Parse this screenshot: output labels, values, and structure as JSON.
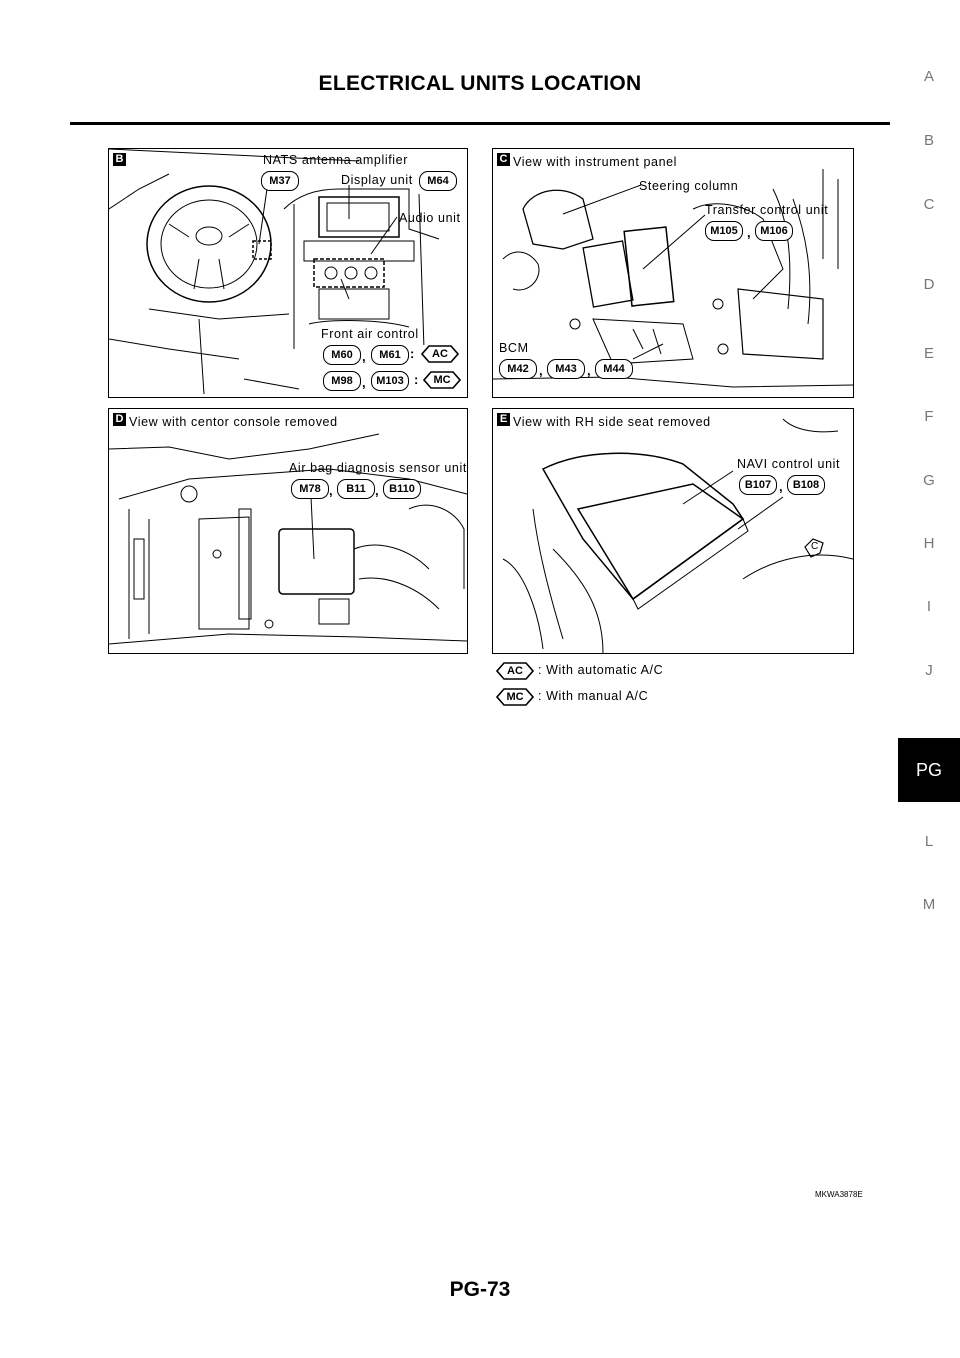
{
  "header": {
    "title": "ELECTRICAL UNITS LOCATION"
  },
  "side_tabs": [
    "A",
    "B",
    "C",
    "D",
    "E",
    "F",
    "G",
    "H",
    "I",
    "J",
    "PG",
    "L",
    "M"
  ],
  "active_tab": "PG",
  "panels": {
    "b": {
      "letter": "B",
      "labels": {
        "nats": "NATS antenna amplifier",
        "display": "Display unit",
        "audio": "Audio unit",
        "front_air": "Front air control"
      },
      "connectors": {
        "m37": "M37",
        "m64": "M64",
        "m60": "M60",
        "m61": "M61",
        "m98": "M98",
        "m103": "M103"
      },
      "tags": {
        "ac": "AC",
        "mc": "MC"
      }
    },
    "c": {
      "letter": "C",
      "labels": {
        "view": "View with instrument panel",
        "steering": "Steering column",
        "transfer": "Transfer control unit",
        "bcm": "BCM"
      },
      "connectors": {
        "m105": "M105",
        "m106": "M106",
        "m42": "M42",
        "m43": "M43",
        "m44": "M44"
      }
    },
    "d": {
      "letter": "D",
      "labels": {
        "view": "View with centor console removed",
        "airbag": "Air bag diagnosis sensor unit"
      },
      "connectors": {
        "m78": "M78",
        "b11": "B11",
        "b110": "B110"
      }
    },
    "e": {
      "letter": "E",
      "labels": {
        "view": "View with RH side seat removed",
        "navi": "NAVI control unit",
        "c_mark": "C"
      },
      "connectors": {
        "b107": "B107",
        "b108": "B108"
      }
    }
  },
  "legend": {
    "ac_tag": "AC",
    "ac_text": ": With automatic A/C",
    "mc_tag": "MC",
    "mc_text": ": With manual A/C"
  },
  "figure_code": "MKWA3878E",
  "page_number": "PG-73"
}
